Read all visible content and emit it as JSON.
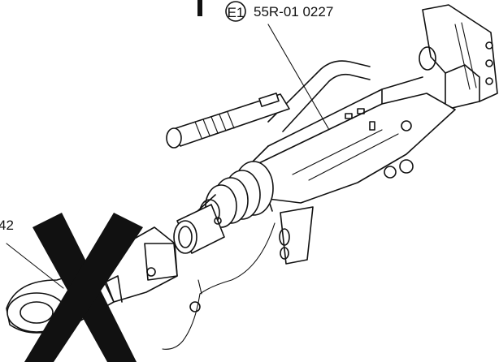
{
  "approval_mark": "E1",
  "approval_number": "55R-01 0227",
  "part_number": "42",
  "colors": {
    "ink": "#111111",
    "background": "#ffffff"
  }
}
